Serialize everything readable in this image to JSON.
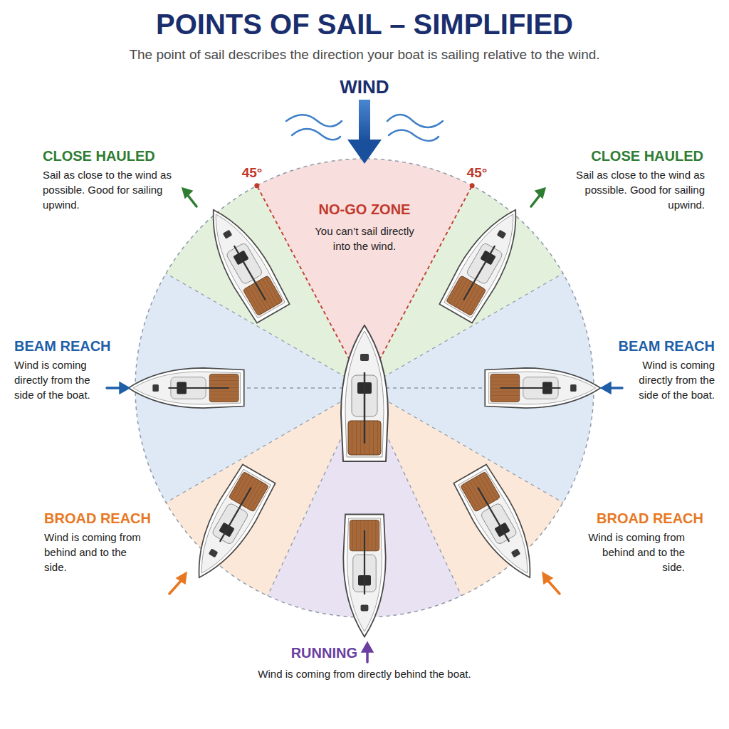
{
  "diagram": {
    "title": "POINTS OF SAIL – SIMPLIFIED",
    "nodes": [
      {
        "text": [
          "NO-GO ZONE",
          "You can’t sail directly into the wind."
        ]
      }
    ],
    "labels": [
      "The point of sail describes the direction your boat is sailing relative to the wind.",
      "WIND",
      "45°",
      "45°",
      "CLOSE HAULED",
      "Sail as close to the wind as possible. Good for sailing upwind.",
      "CLOSE HAULED",
      "Sail as close to the wind as possible. Good for sailing upwind.",
      "BEAM REACH",
      "Wind is coming directly from the side of the boat.",
      "BEAM REACH",
      "Wind is coming directly from the side of the boat.",
      "BROAD REACH",
      "Wind is coming from behind and to the side.",
      "BROAD REACH",
      "Wind is coming from behind and to the side.",
      "RUNNING",
      "Wind is coming from directly behind the boat."
    ]
  }
}
